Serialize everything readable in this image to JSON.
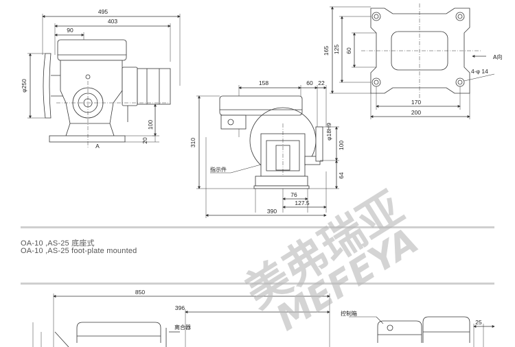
{
  "dims": {
    "d495": "495",
    "d403": "403",
    "d90": "90",
    "d250": "φ250",
    "d100a": "100",
    "d20": "20",
    "labelA": "A",
    "d158": "158",
    "d60": "60",
    "d22": "22",
    "d310": "310",
    "d18h9": "φ18H9",
    "d100b": "100",
    "d64": "64",
    "d76": "76",
    "d127": "127.5",
    "d390": "390",
    "d165": "165",
    "d125": "125",
    "d60b": "60",
    "dA": "A向",
    "d4phi14": "4-φ 14",
    "d170": "170",
    "d200": "200",
    "d850": "850",
    "d396": "396",
    "d25": "25"
  },
  "labels": {
    "indicator": "指示件",
    "coupler": "离合器",
    "controlbox": "控制箱"
  },
  "caption": {
    "line1": "OA-10 ,AS-25 底座式",
    "line2": "OA-10 ,AS-25 foot-plate mounted"
  },
  "watermark": {
    "cn": "美弗瑞亚",
    "en": "MEFEYA"
  }
}
